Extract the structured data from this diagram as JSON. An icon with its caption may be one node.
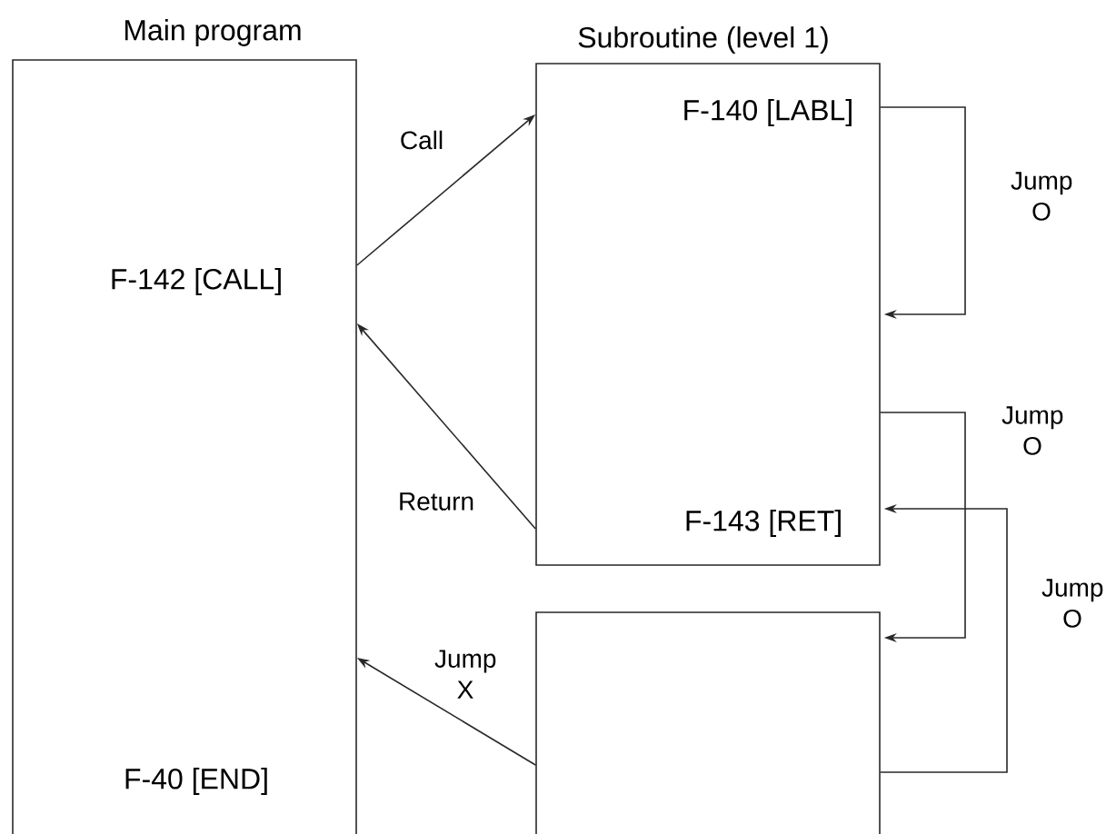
{
  "diagram": {
    "nodes": [
      {
        "text": [
          "Main program",
          "F-142 [CALL]",
          "F-40 [END]"
        ]
      },
      {
        "text": [
          "Subroutine (level 1)",
          "F-140 [LABL]",
          "F-143 [RET]"
        ]
      },
      {
        "text": [],
        "shape": "box"
      }
    ],
    "edges": [
      {
        "from": 0,
        "to": 1,
        "arrow": "to",
        "label": "Call"
      },
      {
        "from": 1,
        "to": 0,
        "arrow": "to",
        "label": "Return"
      },
      {
        "from": 1,
        "to": 1,
        "arrow": "to",
        "label": "Jump O"
      },
      {
        "from": 1,
        "to": 2,
        "arrow": "to",
        "label": "Jump O"
      },
      {
        "from": 2,
        "to": 1,
        "arrow": "to",
        "label": "Jump O"
      },
      {
        "from": 2,
        "to": 0,
        "arrow": "to",
        "label": "Jump X"
      }
    ]
  }
}
